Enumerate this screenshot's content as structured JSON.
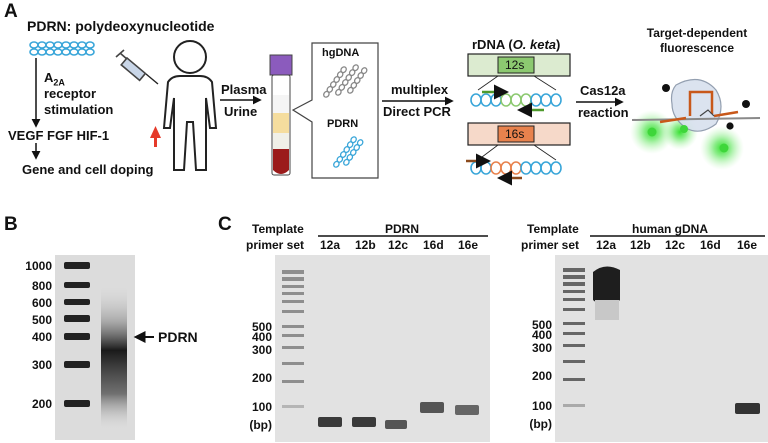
{
  "panels": {
    "a": "A",
    "b": "B",
    "c": "C"
  },
  "panel_a": {
    "title": "PDRN: polydeoxynucleotide",
    "a2a_main": "A",
    "a2a_sub": "2A",
    "receptor": "receptor",
    "stimulation": "stimulation",
    "factors": "VEGF FGF HIF-1",
    "gene_doping": "Gene and cell doping",
    "plasma": "Plasma",
    "urine": "Urine",
    "hgdna": "hgDNA",
    "pdrn": "PDRN",
    "multiplex": "multiplex",
    "direct_pcr": "Direct PCR",
    "rdna_prefix": "rDNA (",
    "rdna_species": "O. keta",
    "rdna_suffix": ")",
    "gene_12s": "12s",
    "gene_16s": "16s",
    "cas12a": "Cas12a",
    "reaction": "reaction",
    "target_line1": "Target-dependent",
    "target_line2": "fluorescence"
  },
  "panel_b": {
    "ladder": [
      "1000",
      "800",
      "600",
      "500",
      "400",
      "300",
      "200"
    ],
    "pdrn_label": "PDRN"
  },
  "panel_c": {
    "template_label": "Template",
    "primer_label": "primer set",
    "left_template": "PDRN",
    "right_template": "human gDNA",
    "lanes": [
      "12a",
      "12b",
      "12c",
      "16d",
      "16e"
    ],
    "ladder": [
      "500",
      "400",
      "300",
      "200",
      "100",
      "(bp)"
    ]
  },
  "colors": {
    "arrow_red": "#e53a2a",
    "dna_blue": "#3aa6d9",
    "box_12s": "#dcebd0",
    "box_16s": "#f6d9c9",
    "gene_12s": "#8cc970",
    "gene_16s": "#e8824d",
    "primer_green": "#4f9a2c",
    "primer_brown": "#8b4a1d",
    "glow_green": "#3fdc3a"
  }
}
